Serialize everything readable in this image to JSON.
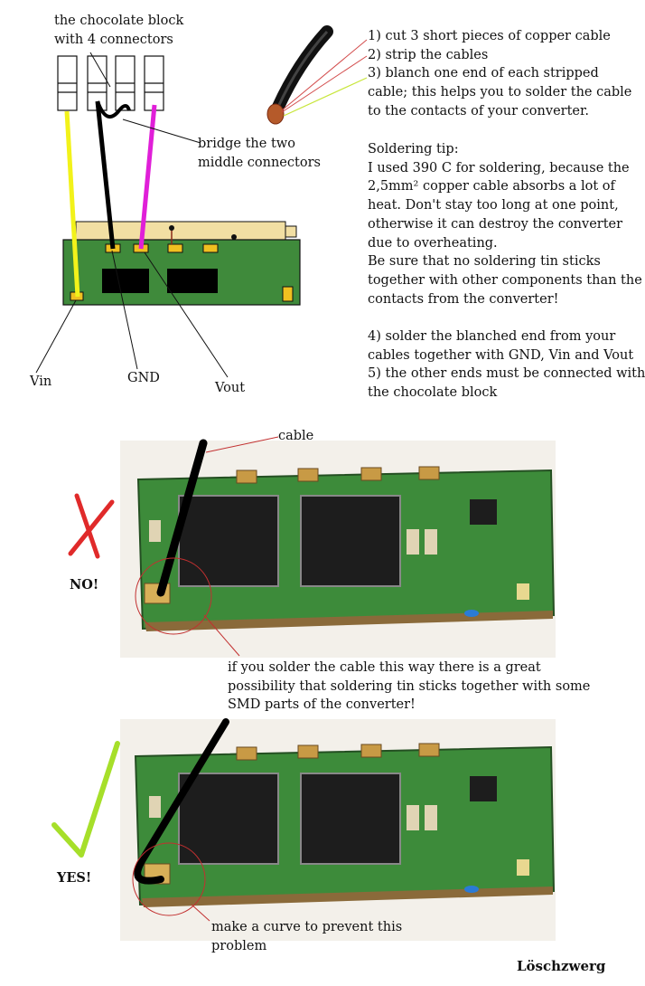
{
  "diagram": {
    "label_chocolate_block": [
      "the chocolate block",
      "with 4 connectors"
    ],
    "label_bridge": [
      "bridge the two",
      "middle connectors"
    ],
    "label_vin": "Vin",
    "label_gnd": "GND",
    "label_vout": "Vout"
  },
  "instructions": {
    "steps_1_3": [
      "1) cut 3 short pieces of copper cable",
      "2) strip the cables",
      "3) blanch one end of each stripped",
      "cable; this helps you to solder the cable",
      "to the contacts of your converter."
    ],
    "tip_heading": "Soldering tip:",
    "tip_lines": [
      "I used 390 C for soldering, because the",
      "2,5mm² copper cable absorbs a lot of",
      "heat. Don't stay too long at one point,",
      "otherwise it can destroy the converter",
      "due to overheating.",
      "Be sure that no soldering tin sticks",
      "together with other components than the",
      "contacts from the converter!"
    ],
    "steps_4_5": [
      "4) solder the blanched end from your",
      "cables together with GND, Vin and Vout",
      "5) the other ends must be connected with",
      "the chocolate block"
    ]
  },
  "photo_wrong": {
    "label_cable": "cable",
    "verdict": "NO!",
    "caption": [
      "if you solder the cable this way there is a great",
      "possibility that soldering tin sticks together with some",
      "SMD parts of the converter!"
    ]
  },
  "photo_right": {
    "verdict": "YES!",
    "caption": [
      "make a curve to prevent this",
      "problem"
    ]
  },
  "signature": "Löschzwerg",
  "colors": {
    "board_green": "#3f7a3b",
    "wire_yellow": "#f2f21a",
    "wire_magenta": "#e01fd8",
    "cross_red": "#e02a2a",
    "check_green": "#a6df2a"
  }
}
